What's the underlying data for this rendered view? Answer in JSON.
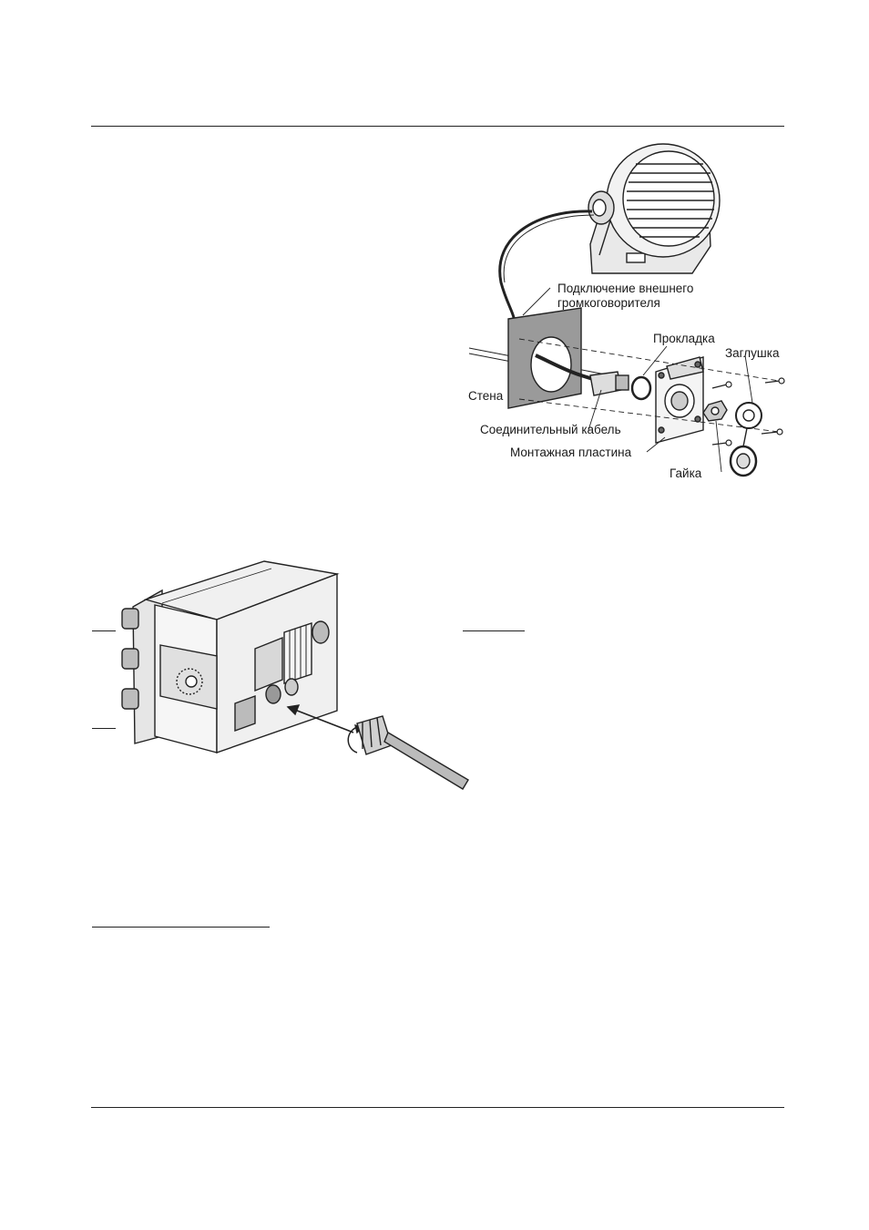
{
  "figure_speaker": {
    "labels": {
      "external_speaker_line1": "Подключение внешнего",
      "external_speaker_line2": "громкоговорителя",
      "gasket": "Прокладка",
      "plug": "Заглушка",
      "wall": "Стена",
      "connection_cable": "Соединительный кабель",
      "mounting_plate": "Монтажная пластина",
      "nut": "Гайка"
    }
  }
}
